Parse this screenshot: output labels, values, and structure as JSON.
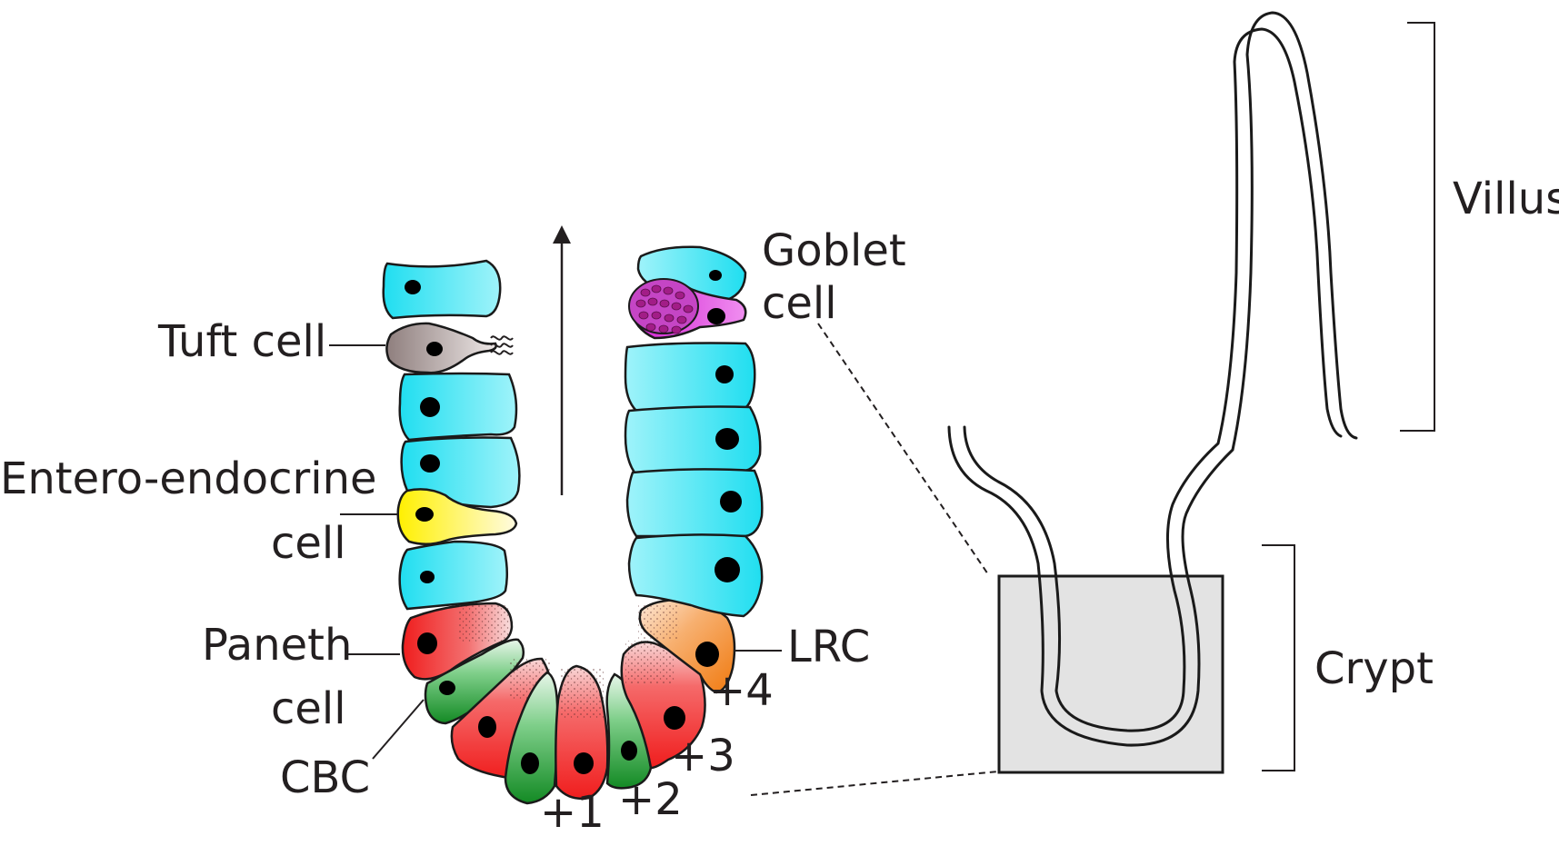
{
  "colors": {
    "cyan": "#33e6f5",
    "red": "#f02a2a",
    "green": "#1f9a2e",
    "yellow": "#fff200",
    "orange": "#f28a2a",
    "magenta": "#e040e0",
    "goblet_granules": "#b0208f",
    "tuft": "#a89897",
    "crypt_box": "#e3e3e3"
  },
  "labels": {
    "tuft": "Tuft cell",
    "entero_1": "Entero-endocrine",
    "entero_2": "cell",
    "paneth_1": "Paneth",
    "paneth_2": "cell",
    "cbc": "CBC",
    "goblet_1": "Goblet",
    "goblet_2": "cell",
    "lrc": "LRC",
    "pos1": "+1",
    "pos2": "+2",
    "pos3": "+3",
    "pos4": "+4",
    "villus": "Villus",
    "crypt": "Crypt"
  }
}
